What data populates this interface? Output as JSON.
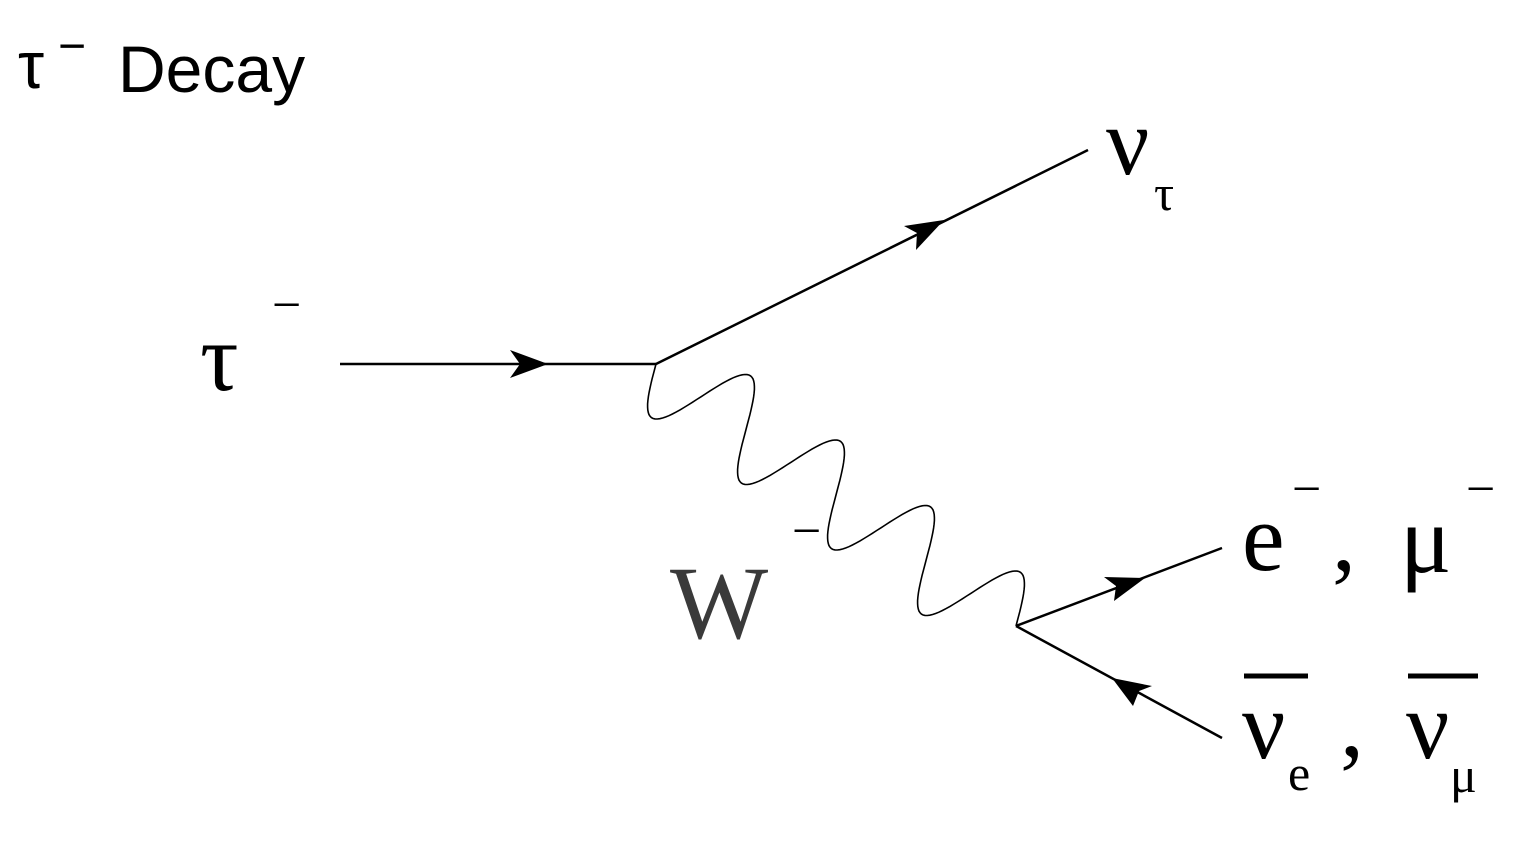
{
  "title": {
    "symbol": "τ",
    "charge": "−",
    "word": "Decay"
  },
  "particles": {
    "tau": {
      "symbol": "τ",
      "charge": "−"
    },
    "nu_tau": {
      "symbol": "ν",
      "subscript": "τ"
    },
    "w_boson": {
      "symbol": "W",
      "charge": "−"
    },
    "leptons": {
      "electron": {
        "symbol": "e",
        "charge": "−"
      },
      "separator": ",",
      "muon": {
        "symbol": "μ",
        "charge": "−"
      }
    },
    "antineutrinos": {
      "nu_e_bar": {
        "symbol": "ν",
        "subscript": "e"
      },
      "separator": ",",
      "nu_mu_bar": {
        "symbol": "ν",
        "subscript": "μ"
      }
    }
  }
}
